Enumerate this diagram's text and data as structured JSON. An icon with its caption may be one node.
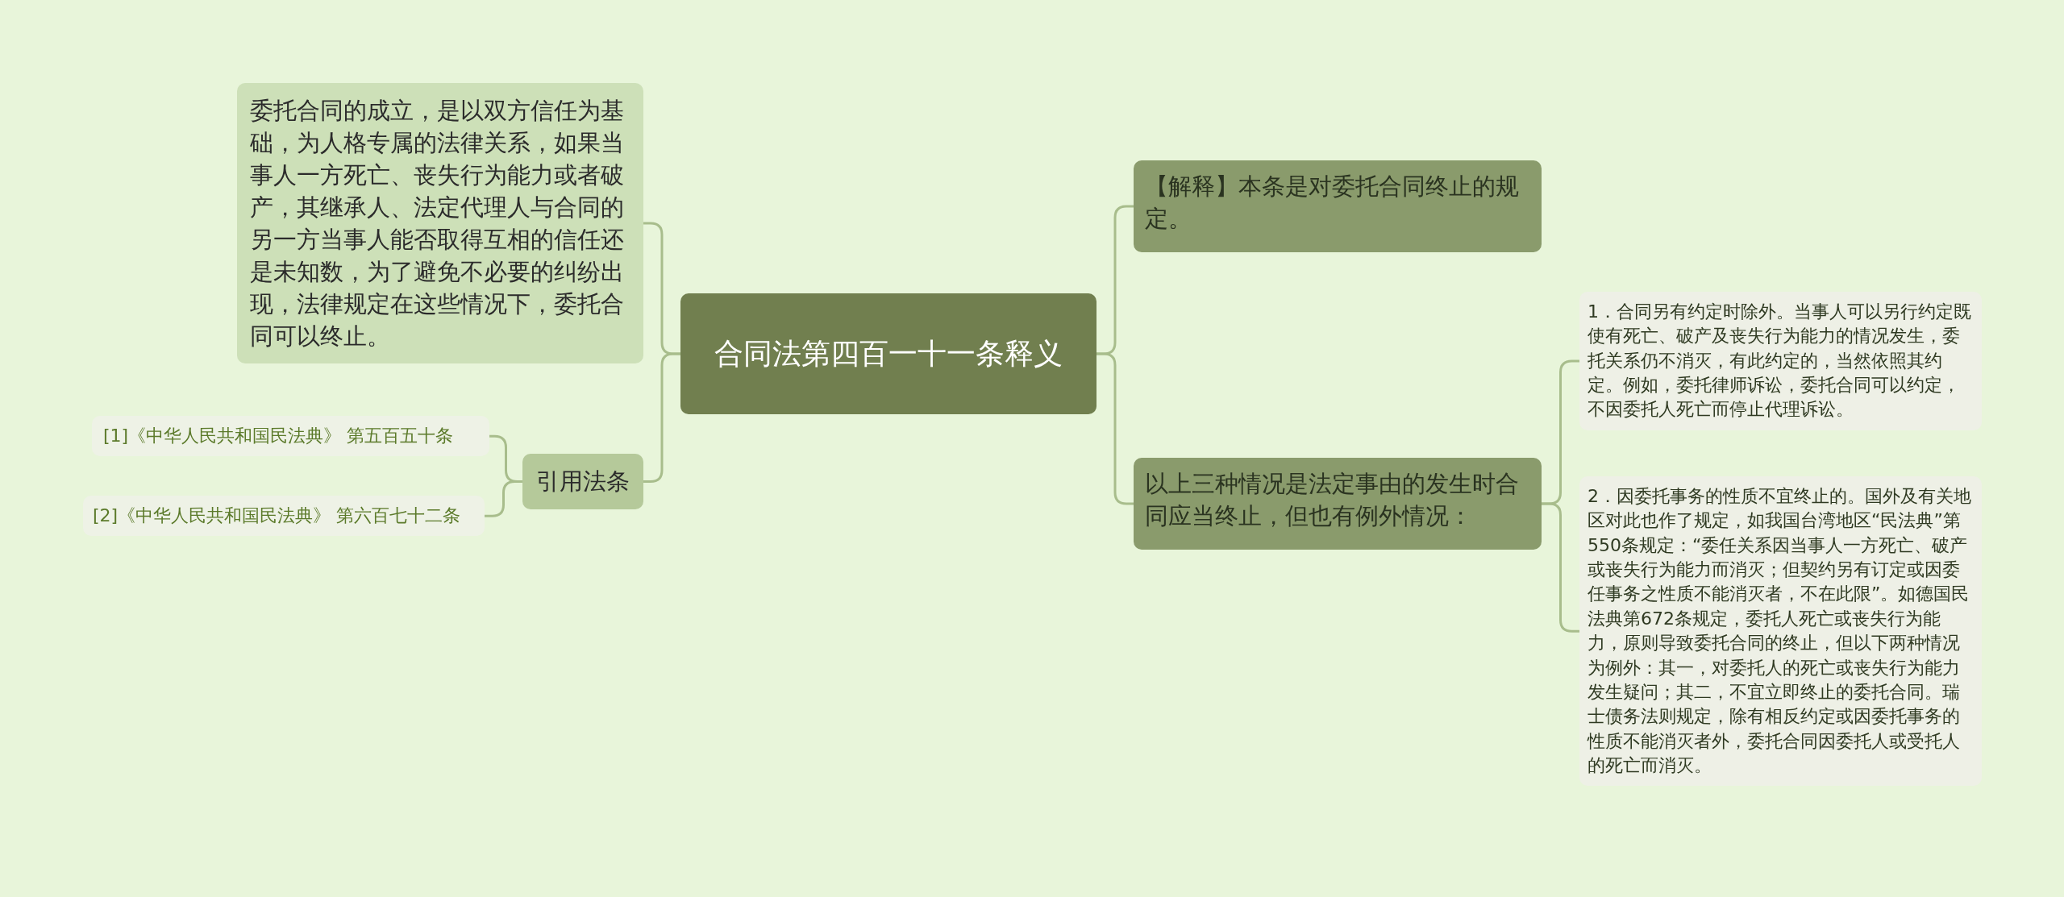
{
  "diagram": {
    "nodes": [
      {
        "text": [
          "合同法第四百一十一条释义"
        ]
      },
      {
        "text": [
          "委托合同的成立，是以双方信任为基础，为人格专属的法律关系，如果当事人一方死亡、丧失行为能力或者破产，其继承人、法定代理人与合同的另一方当事人能否取得互相的信任还是未知数，为了避免不必要的纠纷出现，法律规定在这些情况下，委托合同可以终止。"
        ]
      },
      {
        "text": [
          "引用法条"
        ]
      },
      {
        "text": [
          "[1]《中华人民共和国民法典》 第五百五十条"
        ]
      },
      {
        "text": [
          "[2]《中华人民共和国民法典》 第六百七十二条"
        ]
      },
      {
        "text": [
          "【解释】本条是对委托合同终止的规定。"
        ]
      },
      {
        "text": [
          "以上三种情况是法定事由的发生时合同应当终止，但也有例外情况："
        ]
      },
      {
        "text": [
          "1．合同另有约定时除外。当事人可以另行约定既使有死亡、破产及丧失行为能力的情况发生，委托关系仍不消灭，有此约定的，当然依照其约定。例如，委托律师诉讼，委托合同可以约定，不因委托人死亡而停止代理诉讼。"
        ]
      },
      {
        "text": [
          "2．因委托事务的性质不宜终止的。国外及有关地区对此也作了规定，如我国台湾地区“民法典”第550条规定：“委任关系因当事人一方死亡、破产或丧失行为能力而消灭；但契约另有订定或因委任事务之性质不能消灭者，不在此限”。如德国民法典第672条规定，委托人死亡或丧失行为能力，原则导致委托合同的终止，但以下两种情况为例外：其一，对委托人的死亡或丧失行为能力发生疑问；其二，不宜立即终止的委托合同。瑞士债务法则规定，除有相反约定或因委托事务的性质不能消灭者外，委托合同因委托人或受托人的死亡而消灭。"
        ]
      }
    ],
    "edges": [
      {
        "from": 0,
        "to": 1,
        "arrow": "none"
      },
      {
        "from": 0,
        "to": 2,
        "arrow": "none"
      },
      {
        "from": 2,
        "to": 3,
        "arrow": "none"
      },
      {
        "from": 2,
        "to": 4,
        "arrow": "none"
      },
      {
        "from": 0,
        "to": 5,
        "arrow": "none"
      },
      {
        "from": 0,
        "to": 6,
        "arrow": "none"
      },
      {
        "from": 6,
        "to": 7,
        "arrow": "none"
      },
      {
        "from": 6,
        "to": 8,
        "arrow": "none"
      }
    ]
  }
}
